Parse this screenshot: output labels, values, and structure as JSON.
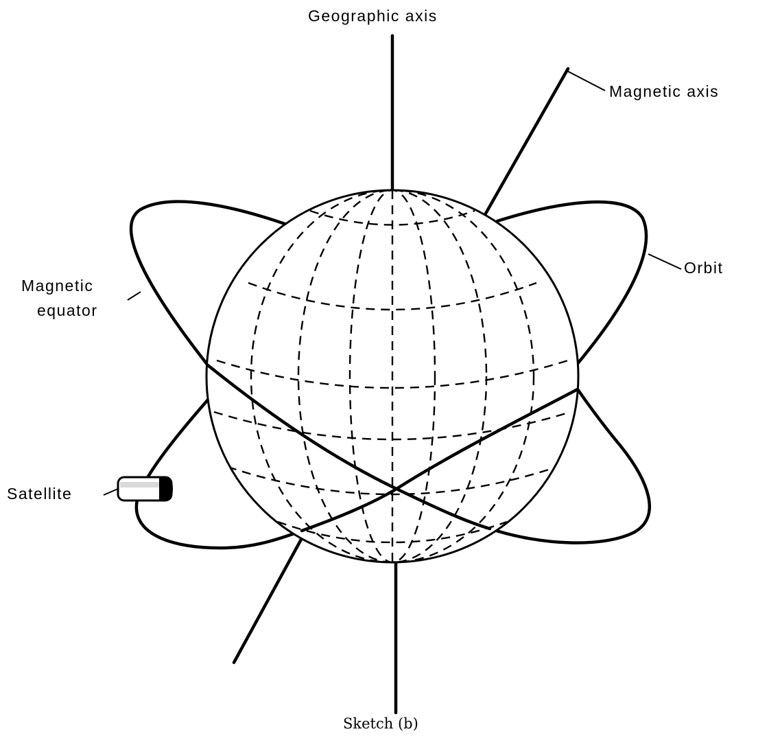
{
  "labels": {
    "geographic_axis": "Geographic axis",
    "magnetic_axis": "Magnetic axis",
    "orbit": "Orbit",
    "magnetic_equator_line1": "Magnetic",
    "magnetic_equator_line2": "equator",
    "satellite": "Satellite"
  },
  "caption": "Sketch (b)",
  "colors": {
    "ink": "#000000",
    "background": "#ffffff"
  }
}
